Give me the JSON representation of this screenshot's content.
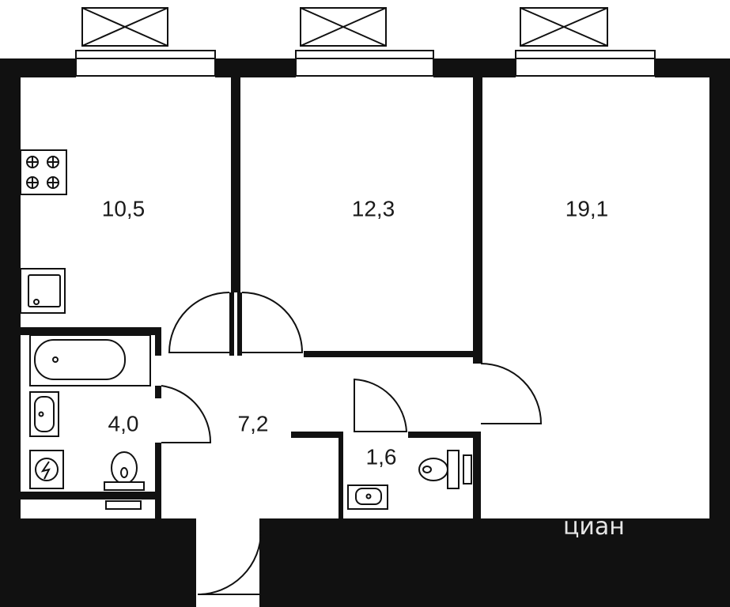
{
  "rooms": {
    "kitchen": "10,5",
    "bedroom": "12,3",
    "living": "19,1",
    "bathroom": "4,0",
    "hallway": "7,2",
    "toilet": "1,6"
  },
  "watermark": "циан",
  "colors": {
    "wall": "#111111",
    "background": "#ffffff"
  },
  "icons": [
    "stove-icon",
    "sink-icon",
    "bathtub-icon",
    "washbasin-icon",
    "washing-machine-icon",
    "toilet-icon",
    "window-icon",
    "door-icon"
  ]
}
